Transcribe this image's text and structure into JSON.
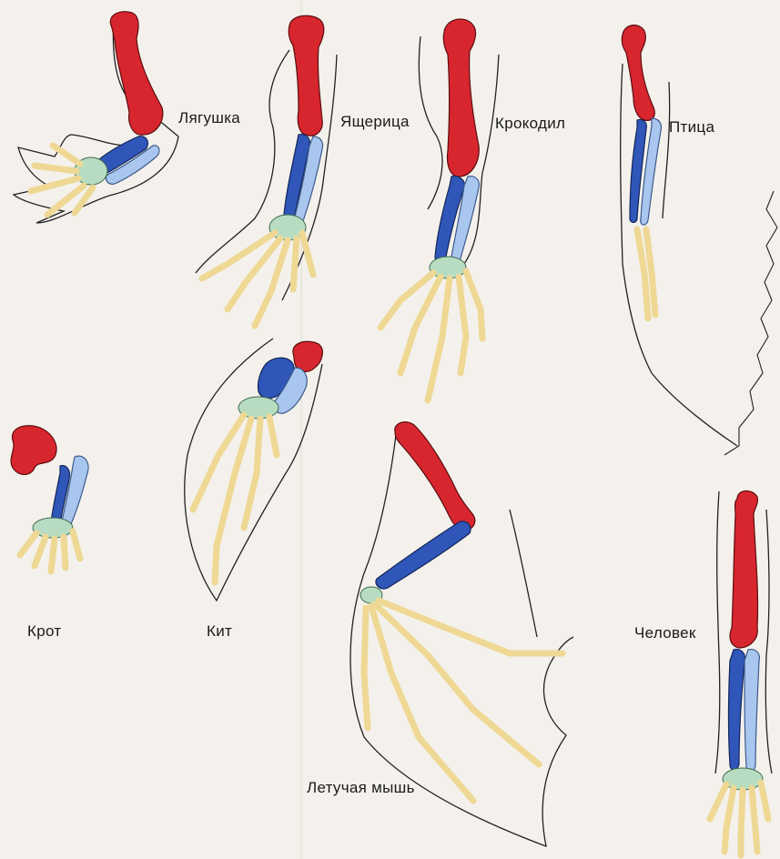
{
  "labels": {
    "frog": "Лягушка",
    "lizard": "Ящерица",
    "crocodile": "Крокодил",
    "bird": "Птица",
    "mole": "Крот",
    "whale": "Кит",
    "bat": "Летучая мышь",
    "human": "Человек"
  },
  "colors": {
    "humerus": "#d8262e",
    "radius": "#2f56b8",
    "ulna": "#a9c6ee",
    "carpals": "#b7dcc2",
    "digits": "#eed894",
    "outline": "#222222",
    "background": "#f4f1ec"
  }
}
